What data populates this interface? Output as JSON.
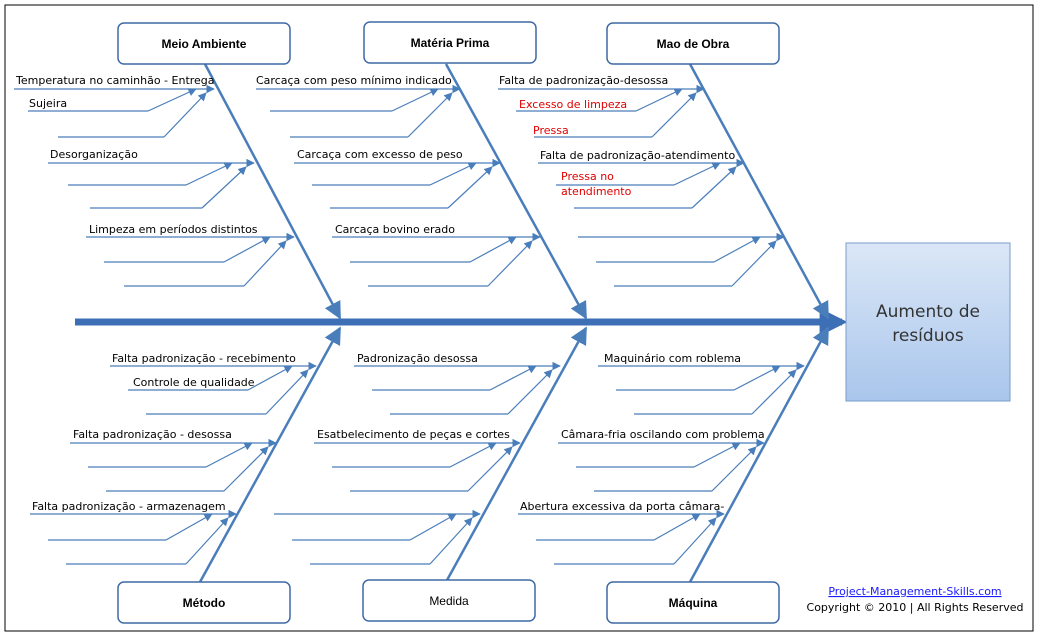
{
  "categories": {
    "top": [
      {
        "key": "meio_ambiente",
        "label": "Meio Ambiente"
      },
      {
        "key": "materia_prima",
        "label": "Matéria Prima"
      },
      {
        "key": "mao_de_obra",
        "label": "Mao de Obra"
      }
    ],
    "bottom": [
      {
        "key": "metodo",
        "label": "Método"
      },
      {
        "key": "medida",
        "label": "Medida"
      },
      {
        "key": "maquina",
        "label": "Máquina"
      }
    ]
  },
  "effect": {
    "line1": "Aumento de",
    "line2": "resíduos"
  },
  "causes": {
    "meio_ambiente": [
      "Temperatura  no caminhão - Entrega",
      "Sujeira",
      "Desorganização",
      "Limpeza em períodos distintos"
    ],
    "materia_prima": [
      "Carcaça com peso mínimo indicado",
      "Carcaça com  excesso de peso",
      "Carcaça bovino erado"
    ],
    "mao_de_obra": [
      "Falta de padronização-desossa",
      "Excesso de limpeza",
      "Pressa",
      "Falta de padronização-atendimento",
      "Pressa no",
      "atendimento"
    ],
    "metodo": [
      "Falta padronização -  recebimento",
      "Controle de qualidade",
      "Falta  padronização  - desossa",
      "Falta padronização  - armazenagem"
    ],
    "medida": [
      "Padronização desossa",
      "Esatbelecimento de peças e cortes"
    ],
    "maquina": [
      "Maquinário com roblema",
      "Câmara-fria oscilando com problema",
      "Abertura  excessiva da porta câmara-"
    ]
  },
  "footer": {
    "link": "Project-Management-Skills.com",
    "copyright": "Copyright © 2010 | All Rights Reserved"
  },
  "colors": {
    "line": "#4a7ebb",
    "spine": "#3d6fb6",
    "box_border": "#3f6aa5",
    "effect_fill": "#bcd3f0",
    "red_text": "#e00000"
  }
}
